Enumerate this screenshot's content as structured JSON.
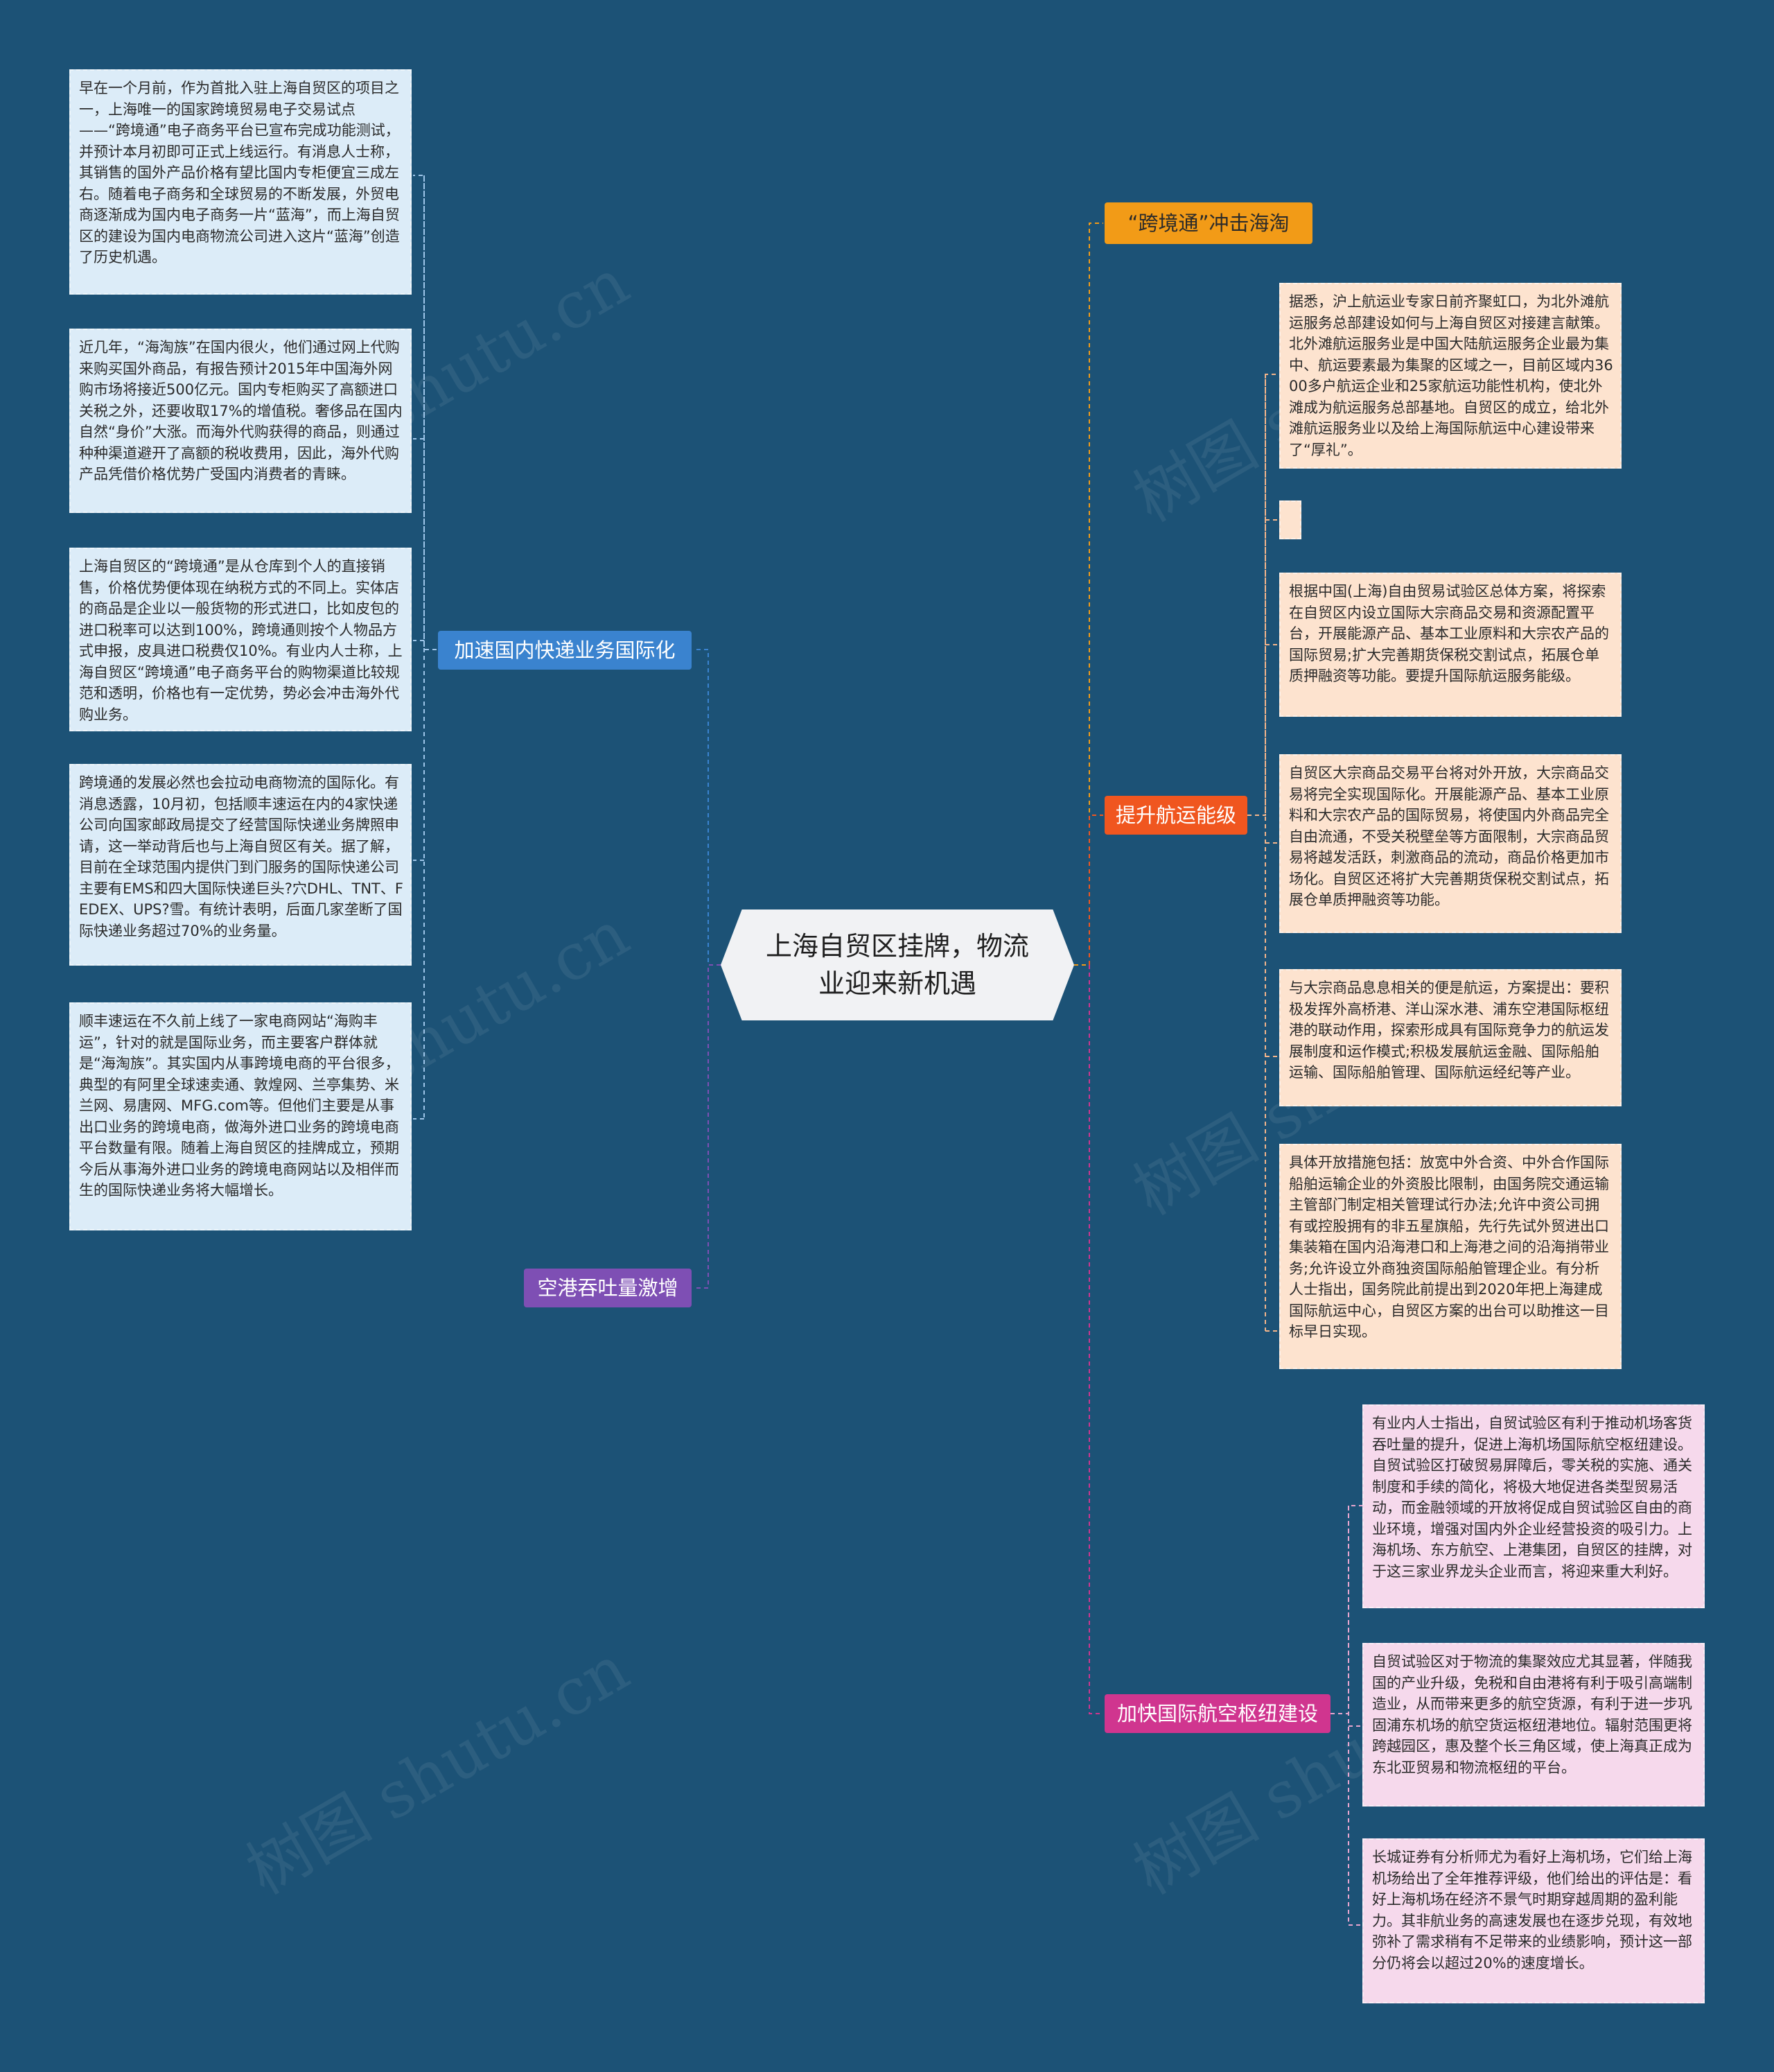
{
  "root": {
    "title": "上海自贸区挂牌，物流业迎来新机遇"
  },
  "branches": {
    "domestic_express": "加速国内快递业务国际化",
    "airport_throughput": "空港吞吐量激增",
    "cross_border": "“跨境通”冲击海淘",
    "shipping": "提升航运能级",
    "aviation_hub": "加快国际航空枢纽建设"
  },
  "leaves": {
    "left": [
      "早在一个月前，作为首批入驻上海自贸区的项目之一，上海唯一的国家跨境贸易电子交易试点——“跨境通”电子商务平台已宣布完成功能测试，并预计本月初即可正式上线运行。有消息人士称，其销售的国外产品价格有望比国内专柜便宜三成左右。随着电子商务和全球贸易的不断发展，外贸电商逐渐成为国内电子商务一片“蓝海”，而上海自贸区的建设为国内电商物流公司进入这片“蓝海”创造了历史机遇。",
      "近几年，“海淘族”在国内很火，他们通过网上代购来购买国外商品，有报告预计2015年中国海外网购市场将接近500亿元。国内专柜购买了高额进口关税之外，还要收取17%的增值税。奢侈品在国内自然“身价”大涨。而海外代购获得的商品，则通过种种渠道避开了高额的税收费用，因此，海外代购产品凭借价格优势广受国内消费者的青睐。",
      "上海自贸区的“跨境通”是从仓库到个人的直接销售，价格优势便体现在纳税方式的不同上。实体店的商品是企业以一般货物的形式进口，比如皮包的进口税率可以达到100%，跨境通则按个人物品方式申报，皮具进口税费仅10%。有业内人士称，上海自贸区“跨境通”电子商务平台的购物渠道比较规范和透明，价格也有一定优势，势必会冲击海外代购业务。",
      "跨境通的发展必然也会拉动电商物流的国际化。有消息透露，10月初，包括顺丰速运在内的4家快递公司向国家邮政局提交了经营国际快递业务牌照申请，这一举动背后也与上海自贸区有关。据了解，目前在全球范围内提供门到门服务的国际快递公司主要有EMS和四大国际快递巨头?穴DHL、TNT、FEDEX、UPS?雪。有统计表明，后面几家垄断了国际快递业务超过70%的业务量。",
      "顺丰速运在不久前上线了一家电商网站“海购丰运”，针对的就是国际业务，而主要客户群体就是“海淘族”。其实国内从事跨境电商的平台很多，典型的有阿里全球速卖通、敦煌网、兰亭集势、米兰网、易唐网、MFG.com等。但他们主要是从事出口业务的跨境电商，做海外进口业务的跨境电商平台数量有限。随着上海自贸区的挂牌成立，预期今后从事海外进口业务的跨境电商网站以及相伴而生的国际快递业务将大幅增长。"
    ],
    "shipping": [
      "据悉，沪上航运业专家日前齐聚虹口，为北外滩航运服务总部建设如何与上海自贸区对接建言献策。北外滩航运服务业是中国大陆航运服务企业最为集中、航运要素最为集聚的区域之一，目前区域内3600多户航运企业和25家航运功能性机构，使北外滩成为航运服务总部基地。自贸区的成立，给北外滩航运服务业以及给上海国际航运中心建设带来了“厚礼”。",
      "",
      "根据中国(上海)自由贸易试验区总体方案，将探索在自贸区内设立国际大宗商品交易和资源配置平台，开展能源产品、基本工业原料和大宗农产品的国际贸易;扩大完善期货保税交割试点，拓展仓单质押融资等功能。要提升国际航运服务能级。",
      "自贸区大宗商品交易平台将对外开放，大宗商品交易将完全实现国际化。开展能源产品、基本工业原料和大宗农产品的国际贸易，将使国内外商品完全自由流通，不受关税壁垒等方面限制，大宗商品贸易将越发活跃，刺激商品的流动，商品价格更加市场化。自贸区还将扩大完善期货保税交割试点，拓展仓单质押融资等功能。",
      "与大宗商品息息相关的便是航运，方案提出：要积极发挥外高桥港、洋山深水港、浦东空港国际枢纽港的联动作用，探索形成具有国际竞争力的航运发展制度和运作模式;积极发展航运金融、国际船舶运输、国际船舶管理、国际航运经纪等产业。",
      "具体开放措施包括：放宽中外合资、中外合作国际船舶运输企业的外资股比限制，由国务院交通运输主管部门制定相关管理试行办法;允许中资公司拥有或控股拥有的非五星旗船，先行先试外贸进出口集装箱在国内沿海港口和上海港之间的沿海捎带业务;允许设立外商独资国际船舶管理企业。有分析人士指出，国务院此前提出到2020年把上海建成国际航运中心，自贸区方案的出台可以助推这一目标早日实现。"
    ],
    "aviation": [
      "有业内人士指出，自贸试验区有利于推动机场客货吞吐量的提升，促进上海机场国际航空枢纽建设。自贸试验区打破贸易屏障后，零关税的实施、通关制度和手续的简化，将极大地促进各类型贸易活动，而金融领域的开放将促成自贸试验区自由的商业环境，增强对国内外企业经营投资的吸引力。上海机场、东方航空、上港集团，自贸区的挂牌，对于这三家业界龙头企业而言，将迎来重大利好。",
      "自贸试验区对于物流的集聚效应尤其显著，伴随我国的产业升级，免税和自由港将有利于吸引高端制造业，从而带来更多的航空货源，有利于进一步巩固浦东机场的航空货运枢纽港地位。辐射范围更将跨越园区，惠及整个长三角区域，使上海真正成为东北亚贸易和物流枢纽的平台。",
      "长城证券有分析师尤为看好上海机场，它们给上海机场给出了全年推荐评级，他们给出的评估是：看好上海机场在经济不景气时期穿越周期的盈利能力。其非航业务的高速发展也在逐步兑现，有效地弥补了需求稍有不足带来的业绩影响，预计这一部分仍将会以超过20%的速度增长。"
    ]
  },
  "watermark": "树图 shutu.cn",
  "colors": {
    "background": "#1c5276",
    "blue_branch": "#3a83cf",
    "purple_branch": "#7e4fb4",
    "orange_branch": "#f29b17",
    "red_branch": "#f0561f",
    "pink_branch": "#d0358f"
  }
}
